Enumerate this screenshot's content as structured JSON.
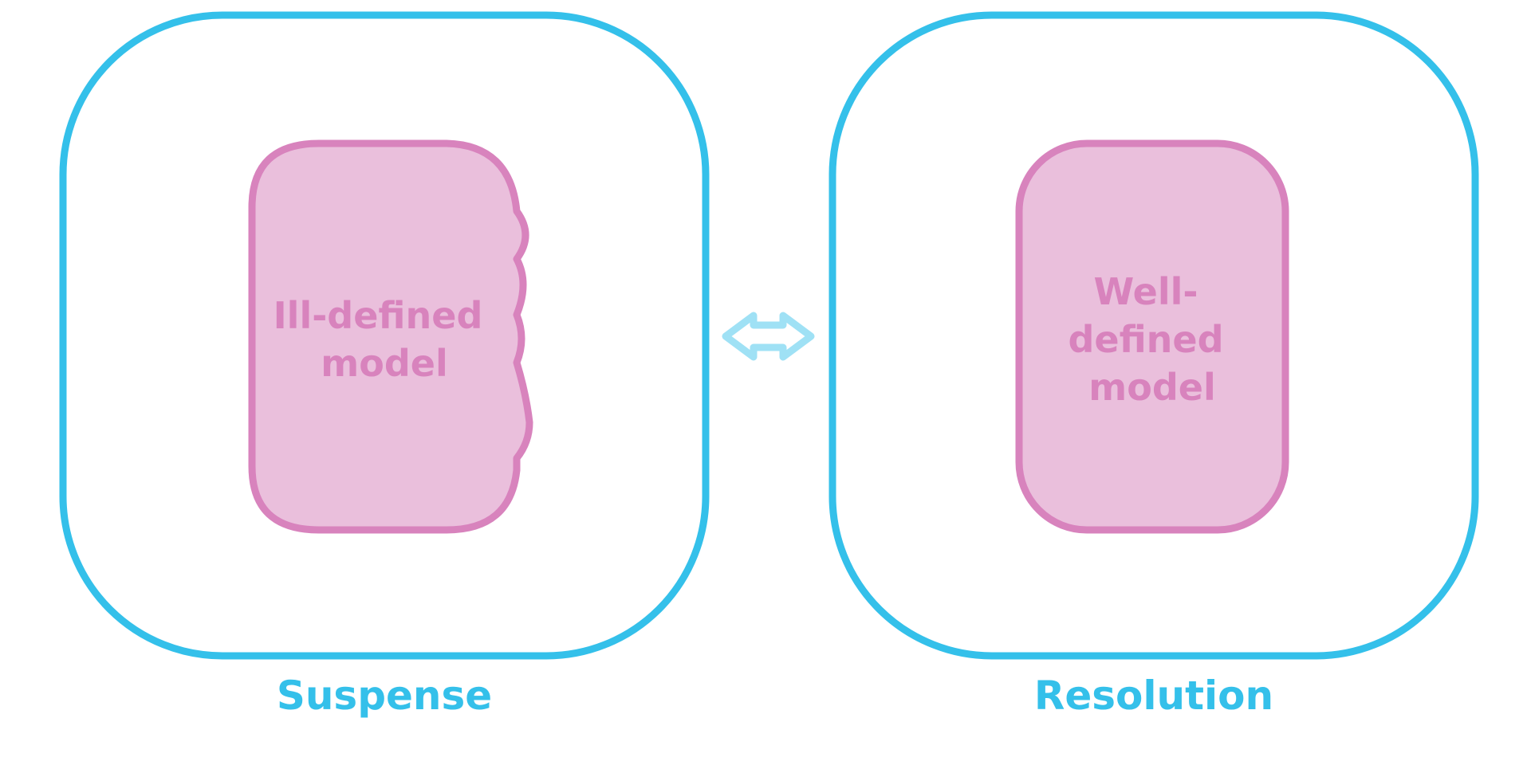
{
  "colors": {
    "panel_stroke": "#34c0ea",
    "model_stroke": "#d883bd",
    "model_fill": "#eabfdc",
    "arrow_stroke": "#9fe1f5"
  },
  "left_panel": {
    "label": "Suspense",
    "model_lines": [
      "Ill-defined",
      "model"
    ]
  },
  "right_panel": {
    "label": "Resolution",
    "model_lines": [
      "Well-",
      "defined",
      "model"
    ]
  },
  "connector": {
    "icon": "double-headed-arrow-icon"
  }
}
